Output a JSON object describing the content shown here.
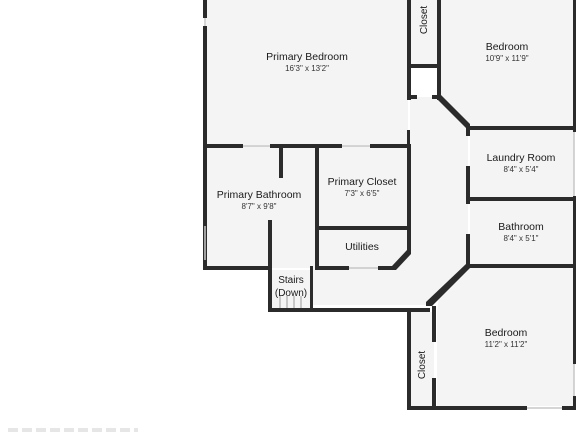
{
  "plan": {
    "rooms": {
      "primary_bedroom": {
        "name": "Primary Bedroom",
        "dims": "16'3\" x 13'2\""
      },
      "bedroom_top": {
        "name": "Bedroom",
        "dims": "10'9\" x 11'9\""
      },
      "closet_top": {
        "name": "Closet"
      },
      "laundry_room": {
        "name": "Laundry Room",
        "dims": "8'4\" x 5'4\""
      },
      "primary_bathroom": {
        "name": "Primary Bathroom",
        "dims": "8'7\" x 9'8\""
      },
      "primary_closet": {
        "name": "Primary Closet",
        "dims": "7'3\" x 6'5\""
      },
      "utilities": {
        "name": "Utilities"
      },
      "bathroom": {
        "name": "Bathroom",
        "dims": "8'4\" x 5'1\""
      },
      "stairs": {
        "line1": "Stairs",
        "line2": "(Down)"
      },
      "bedroom_bottom": {
        "name": "Bedroom",
        "dims": "11'2\" x 11'2\""
      },
      "closet_bottom": {
        "name": "Closet"
      }
    },
    "colors": {
      "wall": "#2b2b2b",
      "floor": "#f4f4f4",
      "window": "#c7c7c7"
    }
  }
}
